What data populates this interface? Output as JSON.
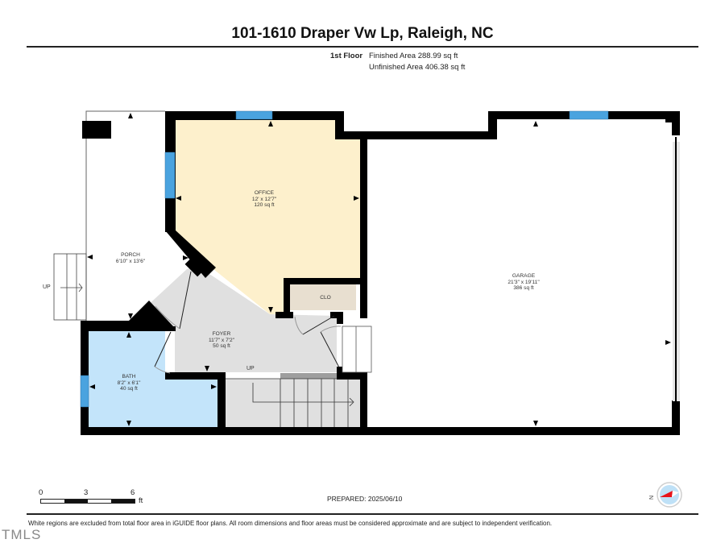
{
  "header": {
    "title": "101-1610 Draper Vw Lp, Raleigh, NC"
  },
  "floor_summary": {
    "floor_label": "1st Floor",
    "finished_area": "Finished Area 288.99 sq ft",
    "unfinished_area": "Unfinished Area 406.38 sq ft"
  },
  "rooms": [
    {
      "name": "OFFICE",
      "dimensions": "12' x 12'7\"",
      "area": "120 sq ft",
      "fill": "#fdf0cc"
    },
    {
      "name": "PORCH",
      "dimensions": "6'10\" x 13'6\"",
      "area": "",
      "fill": "#ffffff"
    },
    {
      "name": "CLO",
      "dimensions": "",
      "area": "",
      "fill": "#e8dfd0"
    },
    {
      "name": "FOYER",
      "dimensions": "11'7\" x 7'2\"",
      "area": "50 sq ft",
      "fill": "#e0e0e0"
    },
    {
      "name": "BATH",
      "dimensions": "8'2\" x 6'1\"",
      "area": "40 sq ft",
      "fill": "#c3e4fa"
    },
    {
      "name": "GARAGE",
      "dimensions": "21'3\" x 19'11\"",
      "area": "386 sq ft",
      "fill": "#ffffff"
    }
  ],
  "stairs": {
    "porch_stairs_label": "UP",
    "foyer_stairs_label": "UP"
  },
  "scale_bar": {
    "ticks": [
      "0",
      "3",
      "6"
    ],
    "unit": "ft"
  },
  "footer": {
    "prepared": "PREPARED: 2025/06/10",
    "disclaimer": "White regions are excluded from total floor area in iGUIDE floor plans. All room dimensions and floor areas must be considered approximate and are subject to independent verification.",
    "watermark": "TMLS"
  },
  "compass": {
    "north_label": "N"
  },
  "colors": {
    "wall": "#000000",
    "window": "#4aa3df",
    "office": "#fdf0cc",
    "bath": "#c3e4fa",
    "foyer": "#e0e0e0",
    "closet": "#e8dfd0",
    "compass_needle": "#e8141b",
    "compass_face": "#bfe1f7"
  }
}
